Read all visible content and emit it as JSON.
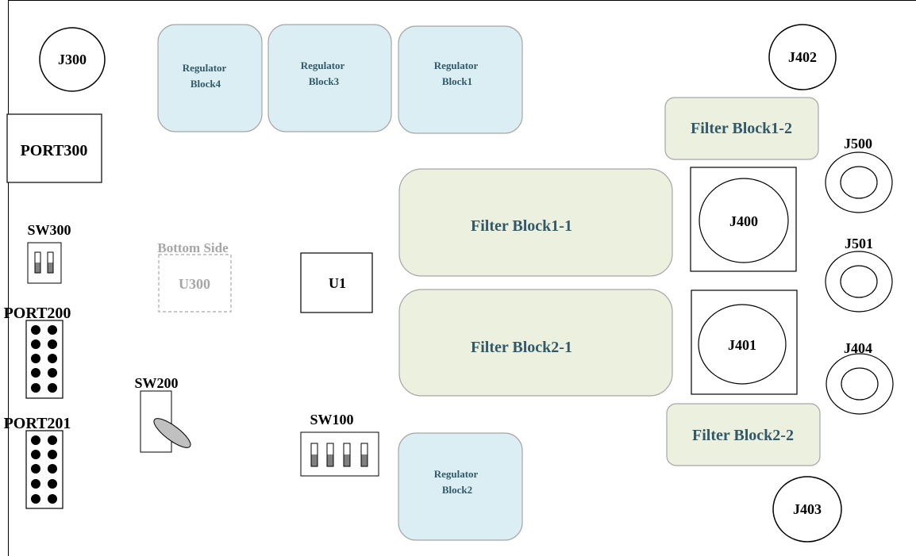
{
  "connectors": {
    "j300": "J300",
    "j402": "J402",
    "j403": "J403",
    "j500": "J500",
    "j501": "J501",
    "j404": "J404",
    "j400": "J400",
    "j401": "J401"
  },
  "ports": {
    "port300": "PORT300",
    "port200": "PORT200",
    "port201": "PORT201"
  },
  "switches": {
    "sw300": "SW300",
    "sw200": "SW200",
    "sw100": "SW100"
  },
  "chips": {
    "u1": "U1",
    "u300": "U300",
    "u300_note": "Bottom Side"
  },
  "regulators": {
    "block4": [
      "Regulator",
      "Block4"
    ],
    "block3": [
      "Regulator",
      "Block3"
    ],
    "block1": [
      "Regulator",
      "Block1"
    ],
    "block2": [
      "Regulator",
      "Block2"
    ]
  },
  "filters": {
    "block1_1": "Filter Block1-1",
    "block2_1": "Filter Block2-1",
    "block1_2": "Filter Block1-2",
    "block2_2": "Filter Block2-2"
  },
  "colors": {
    "regulator_fill": "#daeef3",
    "filter_fill": "#ebf1de",
    "block_stroke": "#a6a6a6",
    "block_text": "#31596a",
    "ghost": "#a6a6a6",
    "ink": "#000000"
  }
}
